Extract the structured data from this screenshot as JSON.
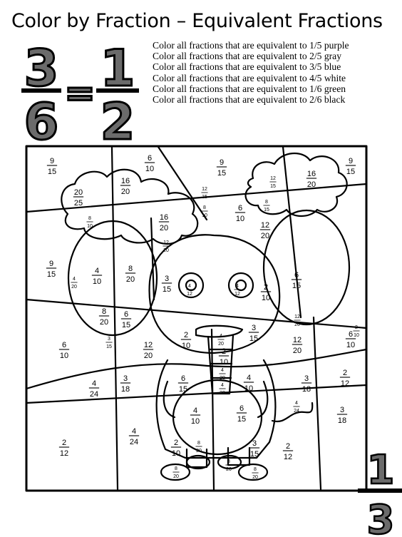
{
  "title": "Color by Fraction – Equivalent Fractions",
  "example": {
    "left_num": "3",
    "left_den": "6",
    "equals": "=",
    "right_num": "1",
    "right_den": "2"
  },
  "instructions": [
    "Color all fractions that are equivalent to 1/5 purple",
    "Color all fractions that are equivalent to 2/5 gray",
    "Color all fractions that are equivalent to 3/5 blue",
    "Color all fractions that are equivalent to 4/5 white",
    "Color all fractions that are equivalent to 1/6 green",
    "Color all fractions that are equivalent to 2/6 black"
  ],
  "corner_fraction": {
    "num": "1",
    "den": "3"
  },
  "fractions": [
    {
      "n": "9",
      "d": "15"
    },
    {
      "n": "6",
      "d": "10"
    },
    {
      "n": "9",
      "d": "15"
    },
    {
      "n": "9",
      "d": "15"
    },
    {
      "n": "16",
      "d": "20"
    },
    {
      "n": "12",
      "d": "15"
    },
    {
      "n": "16",
      "d": "20"
    },
    {
      "n": "20",
      "d": "25"
    },
    {
      "n": "12",
      "d": "15"
    },
    {
      "n": "8",
      "d": "15"
    },
    {
      "n": "6",
      "d": "10"
    },
    {
      "n": "8",
      "d": "10"
    },
    {
      "n": "8",
      "d": "10"
    },
    {
      "n": "16",
      "d": "20"
    },
    {
      "n": "12",
      "d": "20"
    },
    {
      "n": "12",
      "d": "20"
    },
    {
      "n": "9",
      "d": "15"
    },
    {
      "n": "4",
      "d": "10"
    },
    {
      "n": "8",
      "d": "20"
    },
    {
      "n": "3",
      "d": "15"
    },
    {
      "n": "4",
      "d": "12"
    },
    {
      "n": "4",
      "d": "12"
    },
    {
      "n": "2",
      "d": "10"
    },
    {
      "n": "6",
      "d": "15"
    },
    {
      "n": "8",
      "d": "20"
    },
    {
      "n": "6",
      "d": "15"
    },
    {
      "n": "4",
      "d": "20"
    },
    {
      "n": "12",
      "d": "20"
    },
    {
      "n": "6",
      "d": "10"
    },
    {
      "n": "2",
      "d": "10"
    },
    {
      "n": "4",
      "d": "20"
    },
    {
      "n": "3",
      "d": "15"
    },
    {
      "n": "12",
      "d": "20"
    },
    {
      "n": "6",
      "d": "10"
    },
    {
      "n": "12",
      "d": "20"
    },
    {
      "n": "2",
      "d": "10"
    },
    {
      "n": "3",
      "d": "15"
    },
    {
      "n": "4",
      "d": "20"
    },
    {
      "n": "6",
      "d": "15"
    },
    {
      "n": "4",
      "d": "10"
    },
    {
      "n": "3",
      "d": "18"
    },
    {
      "n": "2",
      "d": "12"
    },
    {
      "n": "4",
      "d": "24"
    },
    {
      "n": "3",
      "d": "18"
    },
    {
      "n": "4",
      "d": "20"
    },
    {
      "n": "4",
      "d": "10"
    },
    {
      "n": "6",
      "d": "15"
    },
    {
      "n": "4",
      "d": "24"
    },
    {
      "n": "3",
      "d": "18"
    },
    {
      "n": "2",
      "d": "12"
    },
    {
      "n": "4",
      "d": "24"
    },
    {
      "n": "2",
      "d": "10"
    },
    {
      "n": "8",
      "d": "20"
    },
    {
      "n": "8",
      "d": "20"
    },
    {
      "n": "3",
      "d": "15"
    },
    {
      "n": "2",
      "d": "12"
    },
    {
      "n": "8",
      "d": "20"
    },
    {
      "n": "8",
      "d": "20"
    },
    {
      "n": "2",
      "d": "10"
    }
  ],
  "colors": {
    "ink": "#000000",
    "bigDigitFill": "#6b6b6b"
  }
}
